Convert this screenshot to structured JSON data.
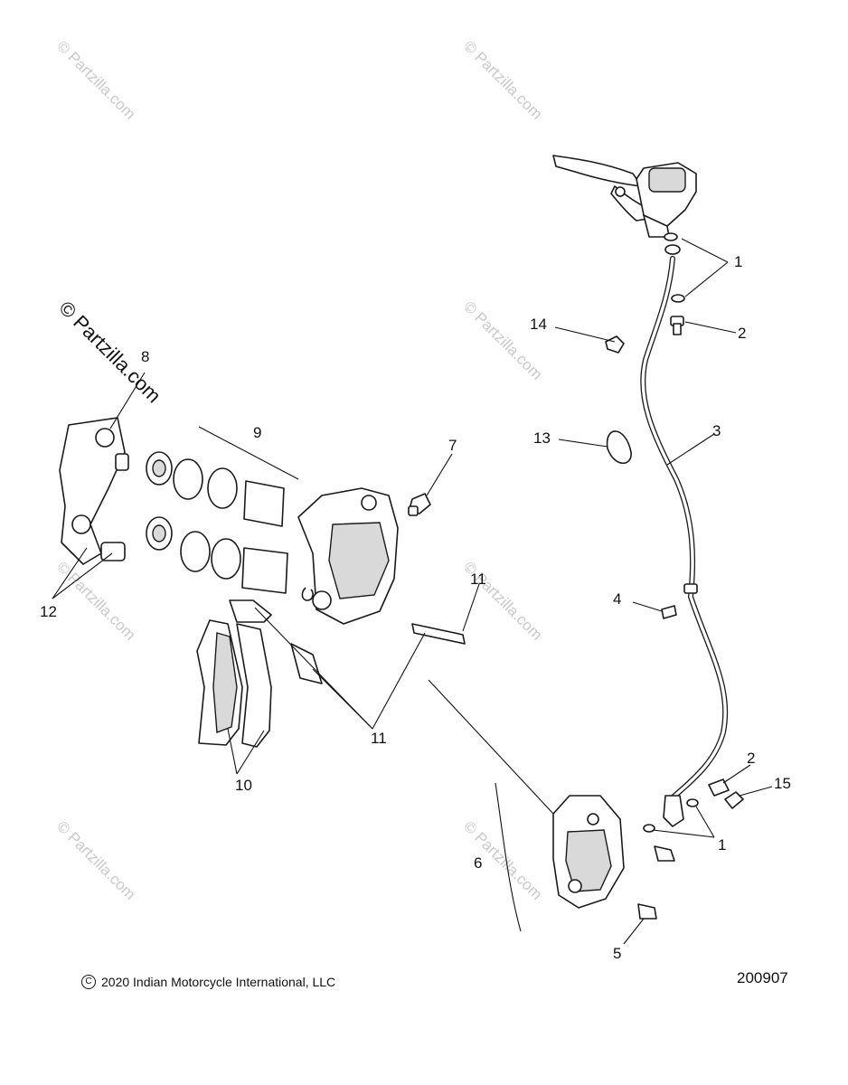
{
  "watermark": {
    "text": "© Partzilla.com"
  },
  "callouts": [
    {
      "id": "c1a",
      "label": "1"
    },
    {
      "id": "c2a",
      "label": "2"
    },
    {
      "id": "c14",
      "label": "14"
    },
    {
      "id": "c3",
      "label": "3"
    },
    {
      "id": "c13",
      "label": "13"
    },
    {
      "id": "c8",
      "label": "8"
    },
    {
      "id": "c9",
      "label": "9"
    },
    {
      "id": "c7",
      "label": "7"
    },
    {
      "id": "c12",
      "label": "12"
    },
    {
      "id": "c11a",
      "label": "11"
    },
    {
      "id": "c4",
      "label": "4"
    },
    {
      "id": "c11b",
      "label": "11"
    },
    {
      "id": "c10",
      "label": "10"
    },
    {
      "id": "c2b",
      "label": "2"
    },
    {
      "id": "c15",
      "label": "15"
    },
    {
      "id": "c1b",
      "label": "1"
    },
    {
      "id": "c6",
      "label": "6"
    },
    {
      "id": "c5",
      "label": "5"
    }
  ],
  "footer": {
    "copyright_symbol": "C",
    "copyright_text": "2020 Indian Motorcycle International, LLC",
    "diagram_number": "200907"
  }
}
